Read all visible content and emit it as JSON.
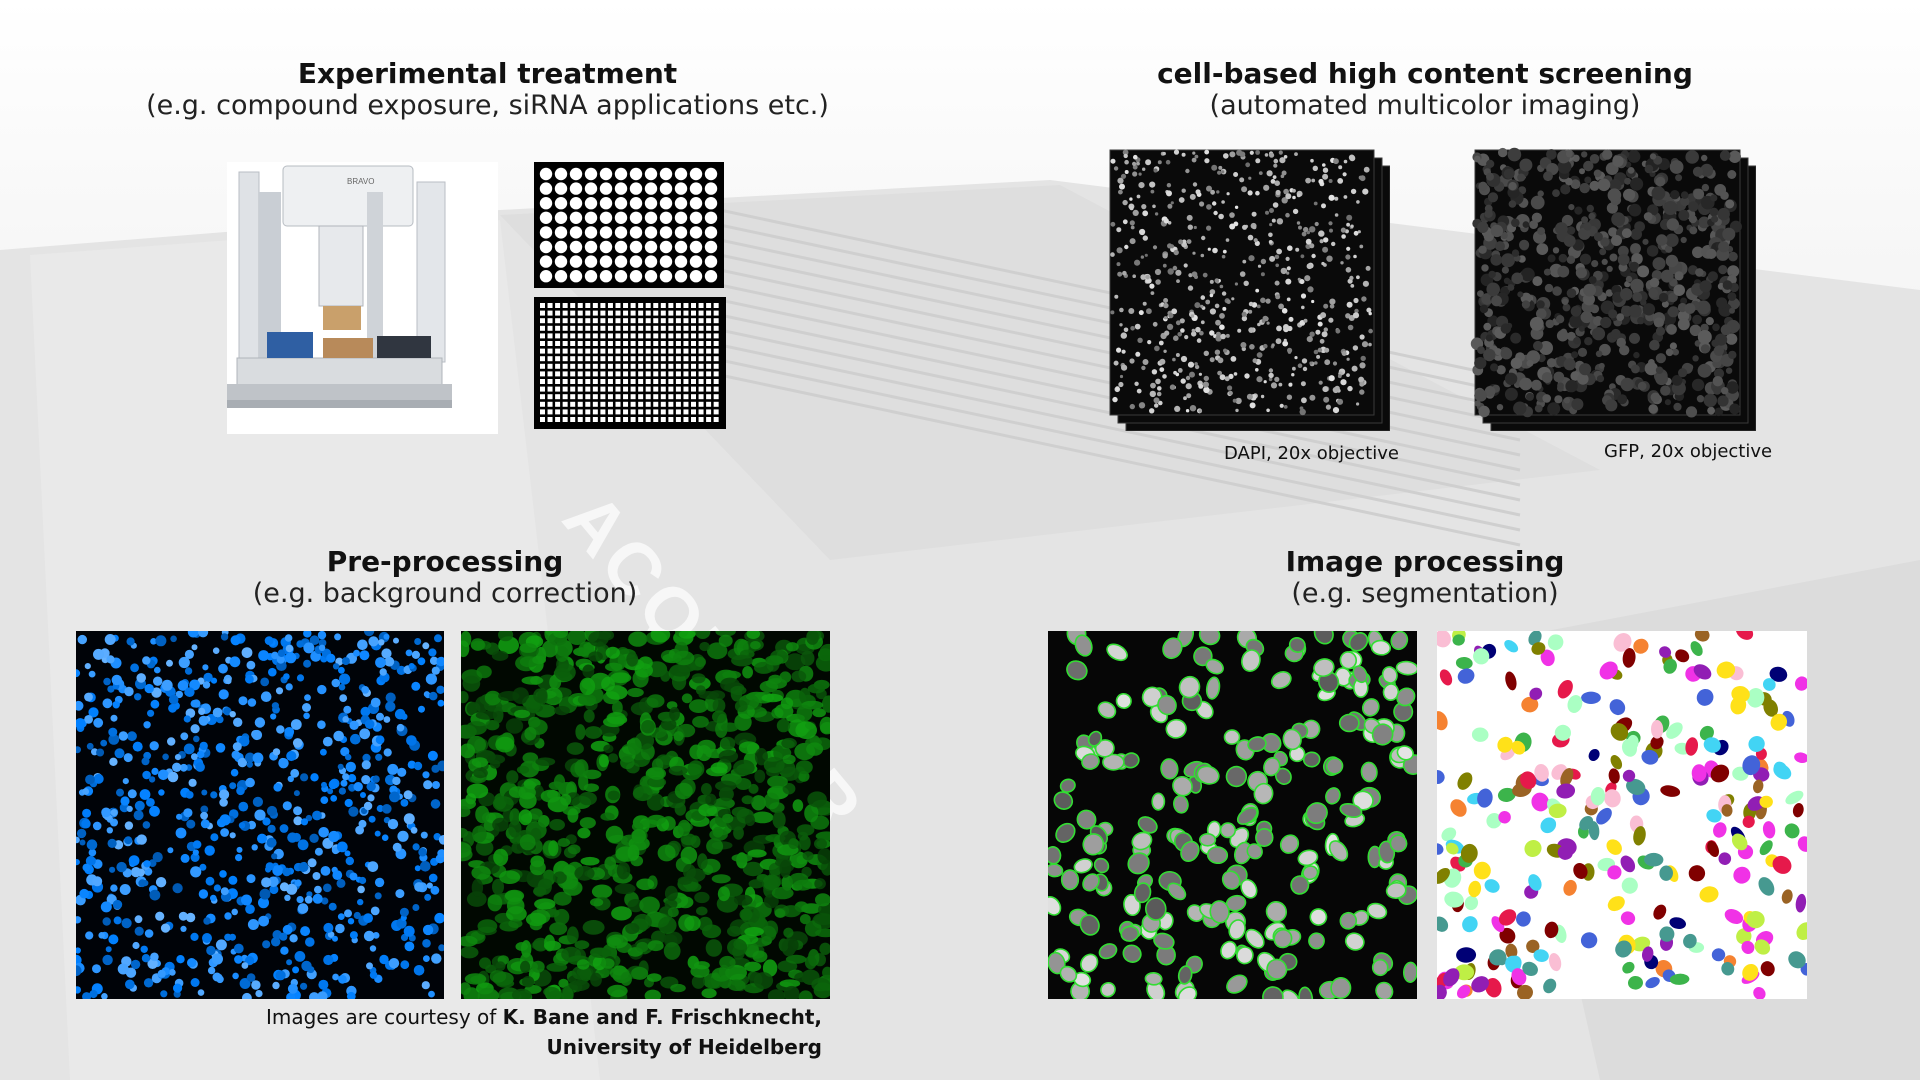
{
  "sections": {
    "treatment": {
      "title": "Experimental treatment",
      "subtitle": "(e.g. compound exposure, siRNA applications etc.)"
    },
    "screening": {
      "title": "cell-based high content screening",
      "subtitle": "(automated multicolor imaging)",
      "captions": [
        "DAPI, 20x objective",
        "GFP, 20x objective"
      ]
    },
    "preprocessing": {
      "title": "Pre-processing",
      "subtitle": "(e.g. background correction)"
    },
    "image_processing": {
      "title": "Image processing",
      "subtitle": "(e.g. segmentation)"
    }
  },
  "robot": {
    "brand_label": "BRAVO"
  },
  "background": {
    "watermark": "ACQUIFER"
  },
  "credit": {
    "prefix": "Images are courtesy of ",
    "authors": "K. Bane and F. Frischknecht,",
    "institution": "University of Heidelberg"
  },
  "colors": {
    "dapi_blue": "#1e8fff",
    "gfp_green": "#1fa81f",
    "outline_green": "#33dd33",
    "segment_palette": [
      "#e6194b",
      "#3cb44b",
      "#4363d8",
      "#f58231",
      "#911eb4",
      "#42d4f4",
      "#f032e6",
      "#bfef45",
      "#469990",
      "#9a6324",
      "#800000",
      "#000075",
      "#ffe119",
      "#aaffc3",
      "#fabed4",
      "#808000"
    ]
  }
}
